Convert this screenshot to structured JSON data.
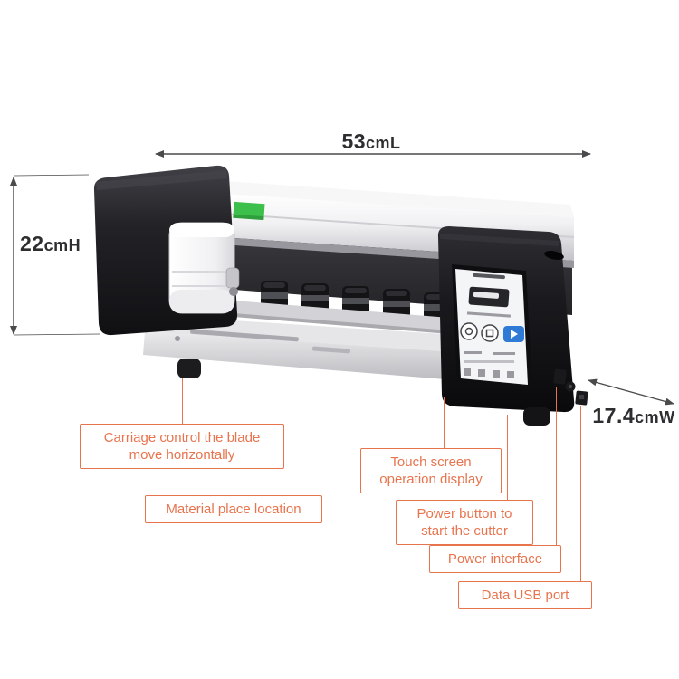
{
  "page": {
    "description": "Annotated product diagram of a film cutting plotter machine"
  },
  "dimensions": {
    "length": {
      "value": "53",
      "unit": "cmL"
    },
    "height": {
      "value": "22",
      "unit": "cmH"
    },
    "width": {
      "value": "17.4",
      "unit": "cmW"
    }
  },
  "callouts": [
    {
      "id": "carriage",
      "lines": [
        "Carriage control the blade",
        "move horizontally"
      ]
    },
    {
      "id": "material",
      "lines": [
        "Material place location"
      ]
    },
    {
      "id": "touchscreen",
      "lines": [
        "Touch screen",
        "operation display"
      ]
    },
    {
      "id": "power-button",
      "lines": [
        "Power button to",
        "start the cutter"
      ]
    },
    {
      "id": "power-interface",
      "lines": [
        "Power interface"
      ]
    },
    {
      "id": "usb-port",
      "lines": [
        "Data USB port"
      ]
    }
  ],
  "colors": {
    "callout_accent": "#E8744E",
    "dimension_text": "#2E2E30",
    "machine_black": "#17171A",
    "machine_silver": "#D9D9DD",
    "carriage_white": "#F4F4F6",
    "highlight_green": "#3FC24C",
    "screen_button_blue": "#2E7AD5"
  }
}
